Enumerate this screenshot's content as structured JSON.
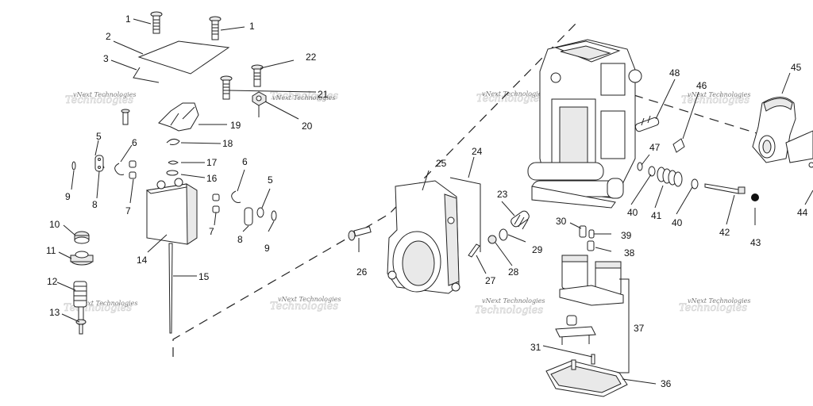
{
  "diagram": {
    "callouts": [
      "1",
      "1",
      "2",
      "3",
      "22",
      "21",
      "20",
      "19",
      "18",
      "17",
      "16",
      "5",
      "6",
      "8",
      "7",
      "9",
      "6",
      "5",
      "7",
      "8",
      "9",
      "10",
      "11",
      "12",
      "13",
      "14",
      "15",
      "25",
      "24",
      "26",
      "23",
      "27",
      "28",
      "29",
      "30",
      "39",
      "38",
      "37",
      "31",
      "36",
      "48",
      "46",
      "47",
      "40",
      "41",
      "40",
      "42",
      "43",
      "45",
      "44"
    ],
    "watermarks": [
      "vNext Technologies",
      "vNext Technologies",
      "vNext Technologies",
      "vNext Technologies",
      "vNext Technologies",
      "vNext Technologies",
      "vNext Technologies",
      "vNext Technologies"
    ]
  }
}
